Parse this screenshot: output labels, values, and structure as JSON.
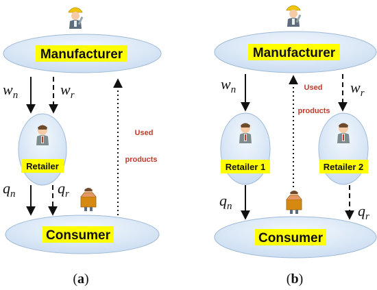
{
  "panel_a": {
    "manufacturer": "Manufacturer",
    "retailer": "Retailer",
    "consumer": "Consumer",
    "w_n": {
      "base": "w",
      "sub": "n"
    },
    "w_r": {
      "base": "w",
      "sub": "r"
    },
    "q_n": {
      "base": "q",
      "sub": "n"
    },
    "q_r": {
      "base": "q",
      "sub": "r"
    },
    "used_line1": "Used",
    "used_line2": "products",
    "label_open": "(",
    "label_letter": "a",
    "label_close": ")"
  },
  "panel_b": {
    "manufacturer": "Manufacturer",
    "retailer1": "Retailer 1",
    "retailer2": "Retailer 2",
    "consumer": "Consumer",
    "w_n": {
      "base": "w",
      "sub": "n"
    },
    "w_r": {
      "base": "w",
      "sub": "r"
    },
    "q_n": {
      "base": "q",
      "sub": "n"
    },
    "q_r": {
      "base": "q",
      "sub": "r"
    },
    "used_line1": "Used",
    "used_line2": "products",
    "label_open": "(",
    "label_letter": "b",
    "label_close": ")"
  },
  "colors": {
    "ellipse_fill": "#dce9f7",
    "ellipse_stroke": "#9fb9d8",
    "label_highlight": "#ffff00",
    "used_text": "#c0392b"
  },
  "icons": [
    "worker-icon",
    "person-icon",
    "box-person-icon"
  ]
}
